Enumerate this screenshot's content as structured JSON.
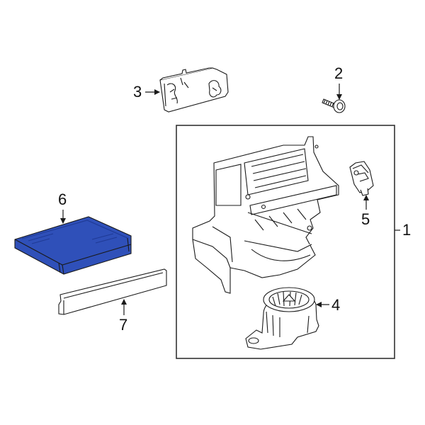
{
  "diagram": {
    "type": "exploded-parts-diagram",
    "subject": "HVAC blower / cabin air filter assembly",
    "colors": {
      "background": "#ffffff",
      "line": "#1a1a1a",
      "highlight_fill": "#2f50b9",
      "highlight_dark": "#1f3a95",
      "box_border": "#333333"
    },
    "callouts": [
      {
        "id": "1",
        "label": "1",
        "part": "blower-assembly"
      },
      {
        "id": "2",
        "label": "2",
        "part": "screw"
      },
      {
        "id": "3",
        "label": "3",
        "part": "cover"
      },
      {
        "id": "4",
        "label": "4",
        "part": "blower-motor"
      },
      {
        "id": "5",
        "label": "5",
        "part": "resistor"
      },
      {
        "id": "6",
        "label": "6",
        "part": "cabin-air-filter",
        "highlighted": true
      },
      {
        "id": "7",
        "label": "7",
        "part": "filter-cover"
      }
    ]
  }
}
